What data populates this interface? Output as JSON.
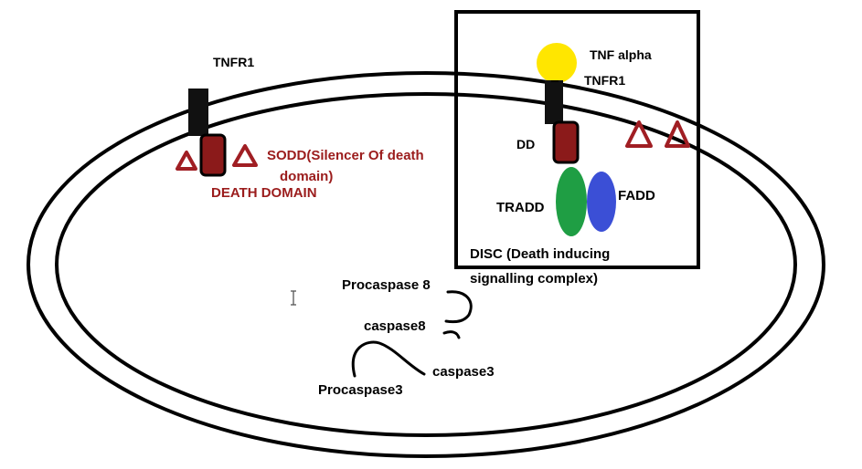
{
  "labels": {
    "tnfr1_left": "TNFR1",
    "sodd_line1": "SODD(Silencer Of death",
    "sodd_line2": "domain)",
    "death_domain": "DEATH DOMAIN",
    "tnf_alpha": "TNF alpha",
    "tnfr1_right": "TNFR1",
    "dd": "DD",
    "tradd": "TRADD",
    "fadd": "FADD",
    "disc_line1": "DISC (Death inducing",
    "disc_line2": "signalling complex)",
    "procaspase8": "Procaspase 8",
    "caspase8": "caspase8",
    "caspase3": "caspase3",
    "procaspase3": "Procaspase3"
  },
  "colors": {
    "receptor": "#111111",
    "death_domain": "#8b1a1a",
    "sodd": "#a01e23",
    "tnf_alpha": "#ffe600",
    "tradd": "#1f9e44",
    "fadd": "#3b4fd6",
    "label_red": "#9b1c1c",
    "outline": "#000000"
  },
  "cursor_icon": "text-cursor-icon"
}
